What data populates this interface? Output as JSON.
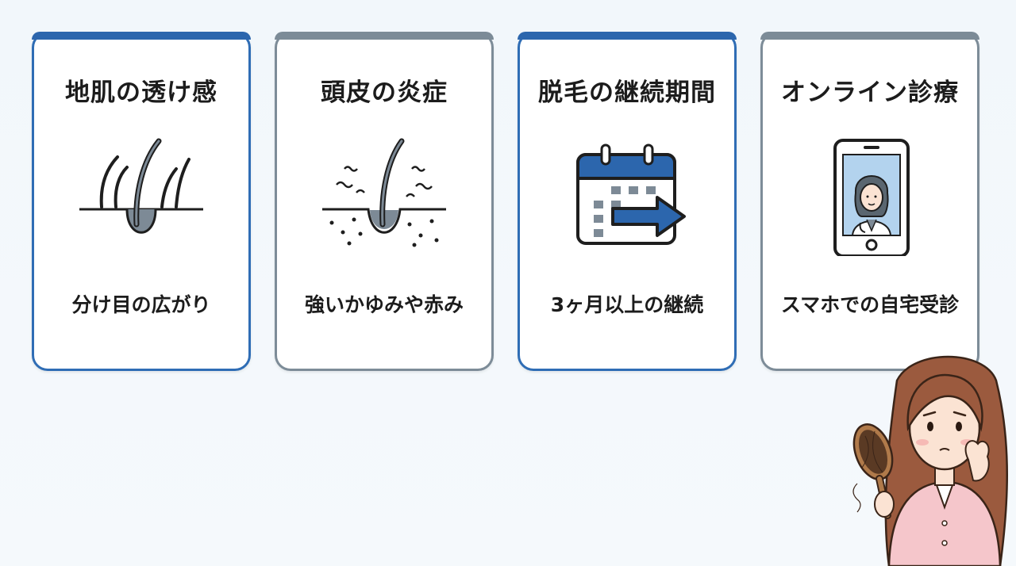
{
  "colors": {
    "accent_blue": "#2c66ad",
    "accent_gray": "#7c8b97",
    "background": "#f3f8fb"
  },
  "cards": [
    {
      "title": "地肌の透け感",
      "caption": "分け目の広がり",
      "icon": "hair-follicle-icon",
      "style": "blue"
    },
    {
      "title": "頭皮の炎症",
      "caption": "強いかゆみや赤み",
      "icon": "scalp-inflammation-icon",
      "style": "gray"
    },
    {
      "title": "脱毛の継続期間",
      "caption": "3ヶ月以上の継続",
      "icon": "calendar-arrow-icon",
      "style": "blue"
    },
    {
      "title": "オンライン診療",
      "caption": "スマホでの自宅受診",
      "icon": "smartphone-doctor-icon",
      "style": "gray"
    }
  ],
  "illustration": "worried-woman-with-hairbrush"
}
